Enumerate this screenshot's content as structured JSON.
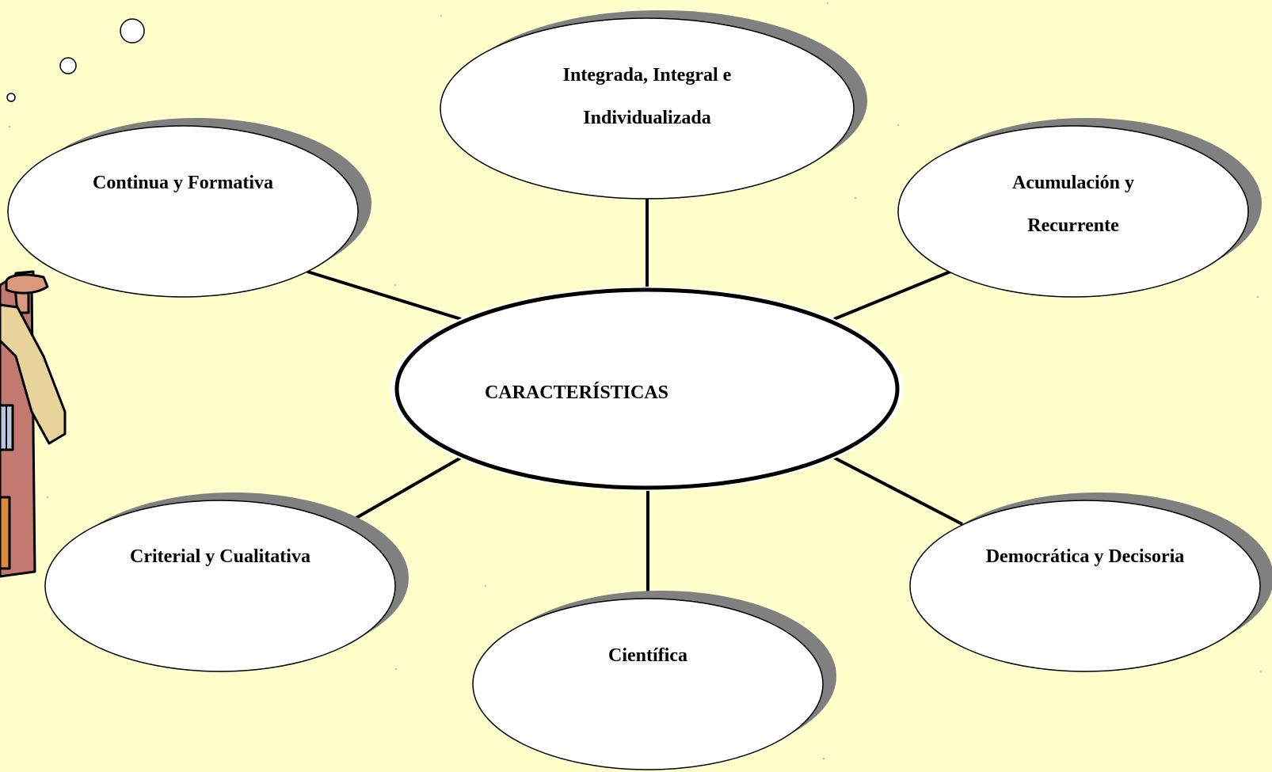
{
  "center": {
    "label": "CARACTERÍSTICAS"
  },
  "nodes": [
    {
      "id": "top",
      "lines": [
        "Integrada, Integral e",
        "Individualizada"
      ]
    },
    {
      "id": "top-left",
      "lines": [
        "Continua y Formativa"
      ]
    },
    {
      "id": "top-right",
      "lines": [
        "Acumulación y",
        "Recurrente"
      ]
    },
    {
      "id": "bottom-left",
      "lines": [
        "Criterial y Cualitativa"
      ]
    },
    {
      "id": "bottom",
      "lines": [
        "Científica"
      ]
    },
    {
      "id": "bottom-right",
      "lines": [
        "Democrática y Decisoria"
      ]
    }
  ],
  "colors": {
    "background": "#ffffcc",
    "node_fill": "#ffffff",
    "node_shadow": "#808080",
    "stroke": "#000000",
    "house_wall": "#c27a70",
    "house_roof": "#e8d49a",
    "house_chimney": "#d99a80",
    "house_window": "#b8c8e0",
    "house_door": "#d98a3a"
  },
  "decoration": {
    "icon": "house-clipart-icon",
    "bubbles_icon": "thought-bubble-icon"
  }
}
